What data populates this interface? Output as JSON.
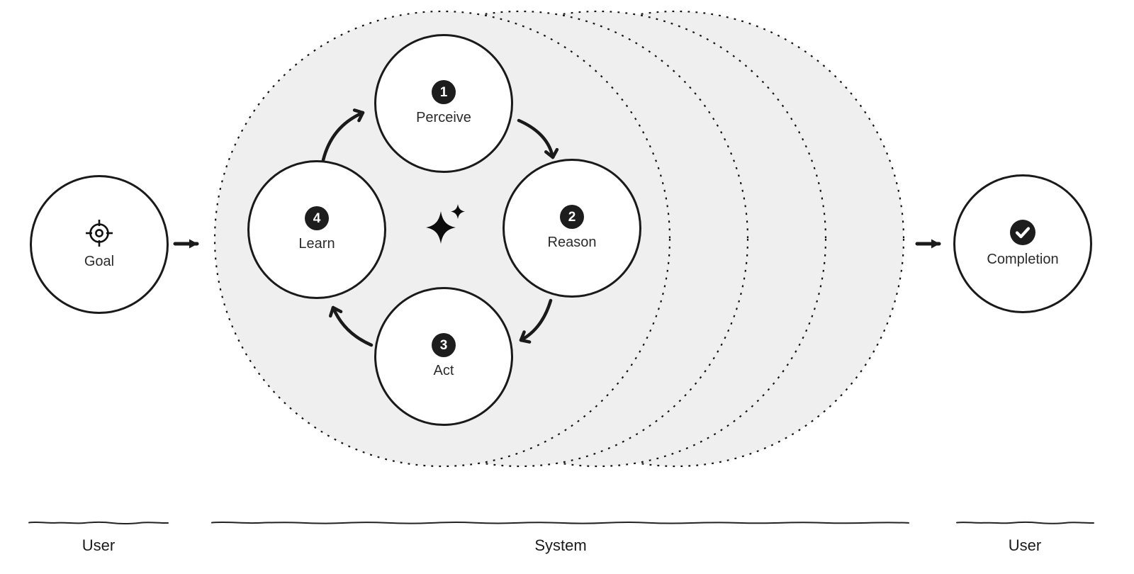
{
  "diagram": {
    "user_goal": {
      "label": "Goal",
      "icon": "target-icon"
    },
    "user_completion": {
      "label": "Completion",
      "icon": "check-icon"
    },
    "system": {
      "center_icon": "sparkle-icon",
      "iteration_loops": 4,
      "nodes": [
        {
          "number": "1",
          "label": "Perceive"
        },
        {
          "number": "2",
          "label": "Reason"
        },
        {
          "number": "3",
          "label": "Act"
        },
        {
          "number": "4",
          "label": "Learn"
        }
      ]
    },
    "lanes": [
      {
        "label": "User"
      },
      {
        "label": "System"
      },
      {
        "label": "User"
      }
    ],
    "colors": {
      "background": "#ffffff",
      "loop_fill": "#efefef",
      "ink": "#1a1a1a",
      "badge_fill": "#1d1d1d",
      "node_fill": "#ffffff"
    }
  }
}
